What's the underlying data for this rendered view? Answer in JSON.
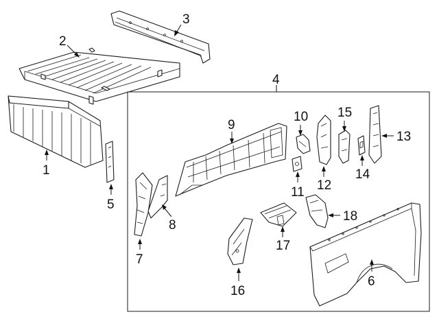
{
  "callouts": {
    "c1": "1",
    "c2": "2",
    "c3": "3",
    "c4": "4",
    "c5": "5",
    "c6": "6",
    "c7": "7",
    "c8": "8",
    "c9": "9",
    "c10": "10",
    "c11": "11",
    "c12": "12",
    "c13": "13",
    "c14": "14",
    "c15": "15",
    "c16": "16",
    "c17": "17",
    "c18": "18"
  },
  "colors": {
    "line": "#1a1a1a",
    "background": "#ffffff"
  }
}
